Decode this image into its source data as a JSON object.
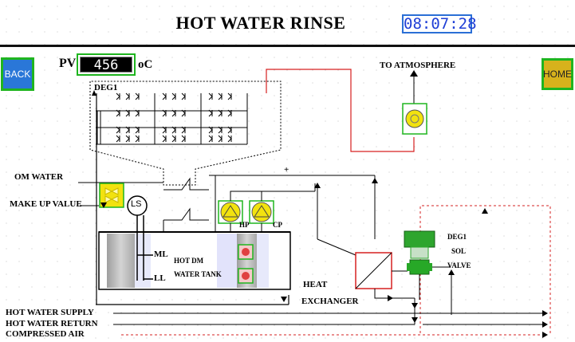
{
  "header": {
    "title": "HOT WATER RINSE",
    "clock": "08:07:28"
  },
  "nav": {
    "back_label": "BACK",
    "home_label": "HOME"
  },
  "pv": {
    "label": "PV",
    "value": "456",
    "unit": "oC"
  },
  "labels": {
    "to_atmosphere": "TO ATMOSPHERE",
    "deg1": "DEG1",
    "om_water": "OM WATER",
    "make_up_value": "MAKE UP VALUE",
    "ls": "LS",
    "ml": "ML",
    "ll": "LL",
    "hot_dm": "HOT DM",
    "water_tank": "WATER TANK",
    "hp": "HP",
    "cp": "CP",
    "heat": "HEAT",
    "exchanger": "EXCHANGER",
    "deg1_sol": "DEG1",
    "sol": "SOL",
    "valve": "VALVE",
    "plus": "+"
  },
  "lines": {
    "hot_water_supply": "HOT WATER SUPPLY",
    "hot_water_return": "HOT WATER RETURN",
    "compressed_air": "COMPRESSED AIR"
  },
  "colors": {
    "green_frame": "#1fb51f",
    "back_blue": "#2a77d8",
    "home_gold": "#d7b21c",
    "pipe_red": "#d62020",
    "clock_blue": "#1f3fd6",
    "pump_yellow": "#f2e20f",
    "tank_gray": "#bdbdbd",
    "valve_green": "#27a827"
  }
}
